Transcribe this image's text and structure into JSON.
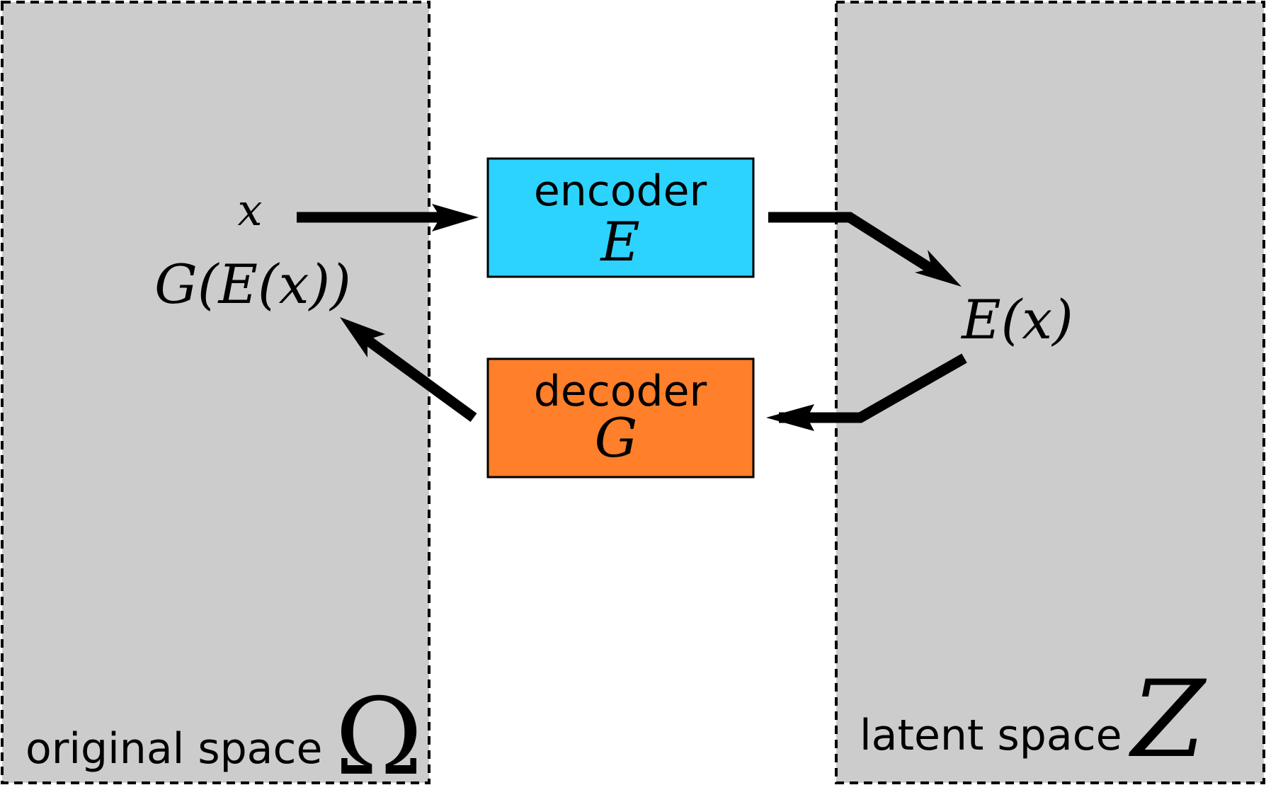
{
  "regions": {
    "original": {
      "label": "original space",
      "symbol": "Ω",
      "fill": "#cccccc"
    },
    "latent": {
      "label": "latent space",
      "symbol": "Z",
      "fill": "#cccccc"
    }
  },
  "boxes": {
    "encoder": {
      "name": "encoder",
      "symbol": "E",
      "fill": "#2dd3ff"
    },
    "decoder": {
      "name": "decoder",
      "symbol": "G",
      "fill": "#ff7f2a"
    }
  },
  "math_labels": {
    "input": "x",
    "reconstruction": "G(E(x))",
    "latent_code": "E(x)"
  }
}
